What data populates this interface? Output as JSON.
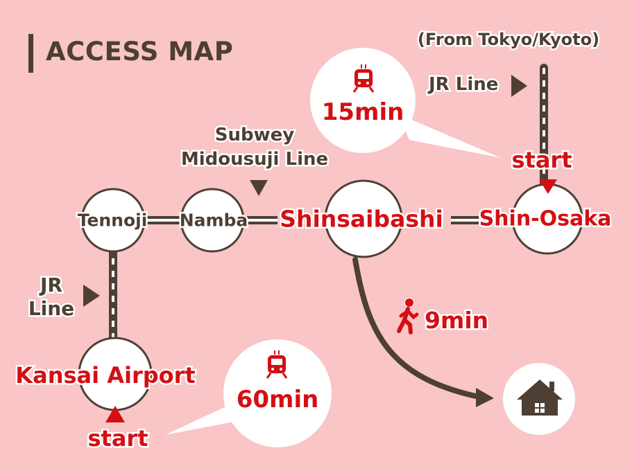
{
  "title": "ACCESS MAP",
  "colors": {
    "background": "#f9c5c6",
    "brown": "#4d3f34",
    "red": "#d40f14",
    "white": "#ffffff"
  },
  "stations": {
    "tennoji": "Tennoji",
    "namba": "Namba",
    "shinsaibashi": "Shinsaibashi",
    "shin_osaka": "Shin-Osaka",
    "kansai_airport": "Kansai Airport"
  },
  "lines": {
    "subway_line1": "Subwey",
    "subway_line2": "Midousuji Line",
    "jr_line_top": "JR Line",
    "jr_line_left1": "JR",
    "jr_line_left2": "Line",
    "from_note": "(From Tokyo/Kyoto)"
  },
  "times": {
    "shin_osaka_train": "15min",
    "airport_train": "60min",
    "walk": "9min"
  },
  "markers": {
    "start_shin_osaka": "start",
    "start_airport": "start"
  },
  "icons": [
    "train-icon",
    "walking-person-icon",
    "house-icon",
    "arrow-triangle-icon"
  ]
}
